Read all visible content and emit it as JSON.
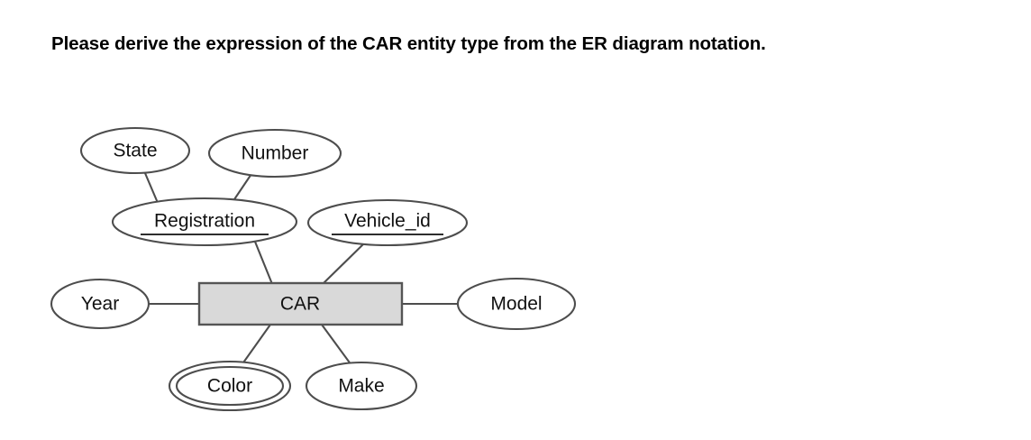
{
  "question": {
    "title": "Please derive the expression of the CAR entity type from the ER diagram notation."
  },
  "diagram": {
    "type": "er-diagram",
    "entity": {
      "name": "CAR",
      "shape": "rectangle",
      "fill_color": "#d9d9d9",
      "border_color": "#555555"
    },
    "attributes": [
      {
        "id": "state",
        "label": "State",
        "shape": "ellipse",
        "key": false,
        "multivalued": false,
        "parent": "registration"
      },
      {
        "id": "number",
        "label": "Number",
        "shape": "ellipse",
        "key": false,
        "multivalued": false,
        "parent": "registration"
      },
      {
        "id": "registration",
        "label": "Registration",
        "shape": "ellipse",
        "key": true,
        "multivalued": false,
        "parent": "CAR"
      },
      {
        "id": "vehicle_id",
        "label": "Vehicle_id",
        "shape": "ellipse",
        "key": true,
        "multivalued": false,
        "parent": "CAR"
      },
      {
        "id": "year",
        "label": "Year",
        "shape": "ellipse",
        "key": false,
        "multivalued": false,
        "parent": "CAR"
      },
      {
        "id": "model",
        "label": "Model",
        "shape": "ellipse",
        "key": false,
        "multivalued": false,
        "parent": "CAR"
      },
      {
        "id": "color",
        "label": "Color",
        "shape": "double-ellipse",
        "key": false,
        "multivalued": true,
        "parent": "CAR"
      },
      {
        "id": "make",
        "label": "Make",
        "shape": "ellipse",
        "key": false,
        "multivalued": false,
        "parent": "CAR"
      }
    ],
    "colors": {
      "line": "#4d4d4d",
      "text": "#111111",
      "entity_fill": "#d9d9d9",
      "background": "#ffffff"
    }
  }
}
